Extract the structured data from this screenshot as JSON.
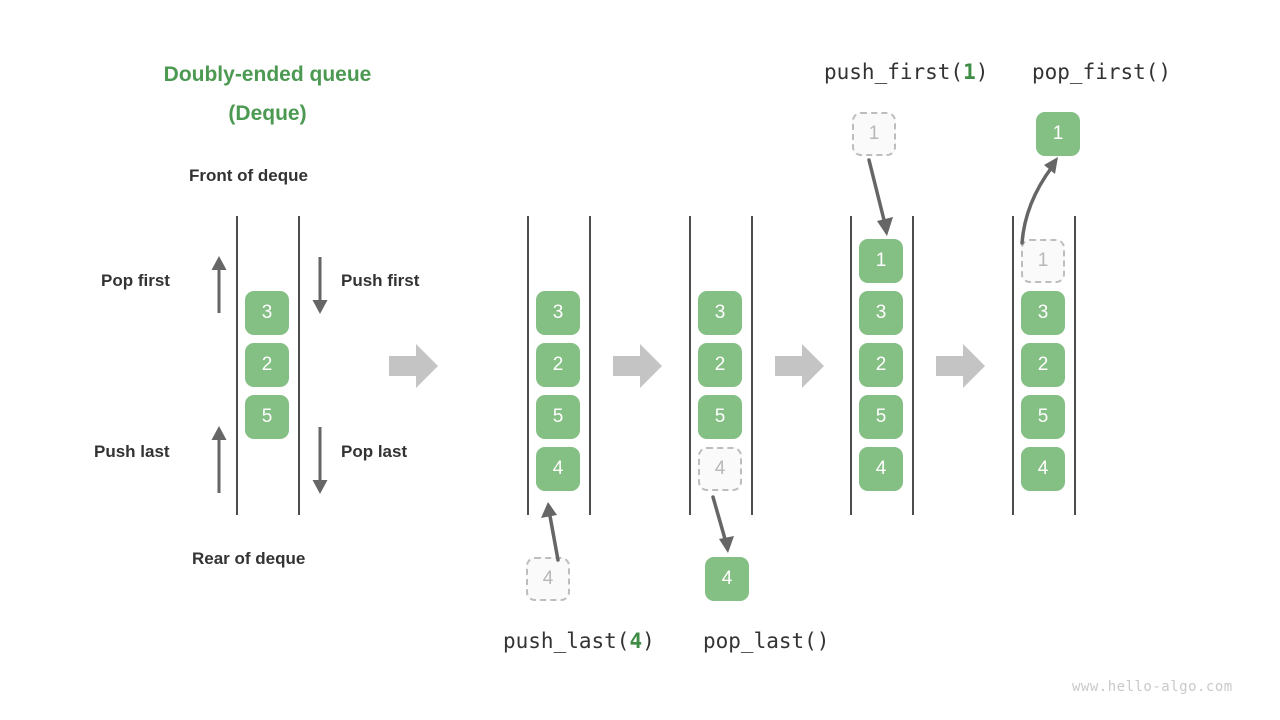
{
  "title": {
    "line1": "Doubly-ended queue",
    "line2": "(Deque)"
  },
  "labels": {
    "front": "Front of deque",
    "rear": "Rear of deque",
    "pop_first": "Pop first",
    "push_first": "Push first",
    "push_last": "Push last",
    "pop_last": "Pop last"
  },
  "operations": {
    "push_last": {
      "name": "push_last(",
      "arg": "4",
      "close": ")"
    },
    "pop_last": {
      "full": "pop_last()"
    },
    "push_first": {
      "name": "push_first(",
      "arg": "1",
      "close": ")"
    },
    "pop_first": {
      "full": "pop_first()"
    }
  },
  "colors": {
    "accent_green": "#4c9a52",
    "cell_green": "#84bf84",
    "ghost_fill": "#fafafa",
    "ghost_border": "#bdbdbd",
    "ghost_text": "#b8b8b8",
    "rail": "#4d4d4d",
    "block_arrow": "#c4c4c4",
    "thin_arrow": "#666666",
    "text_dark": "#333333",
    "watermark": "#c9c9c9"
  },
  "panels": [
    {
      "id": "overview",
      "cells": [
        "3",
        "2",
        "5"
      ],
      "states": [
        "filled",
        "filled",
        "filled"
      ]
    },
    {
      "id": "push-last-before",
      "cells": [
        "3",
        "2",
        "5",
        "4"
      ],
      "states": [
        "filled",
        "filled",
        "filled",
        "filled"
      ],
      "floating": {
        "value": "4",
        "state": "ghost"
      }
    },
    {
      "id": "push-last-after",
      "cells": [
        "3",
        "2",
        "5",
        "4"
      ],
      "states": [
        "filled",
        "filled",
        "filled",
        "ghost"
      ],
      "floating": {
        "value": "4",
        "state": "filled"
      }
    },
    {
      "id": "push-first-after",
      "cells": [
        "1",
        "3",
        "2",
        "5",
        "4"
      ],
      "states": [
        "filled",
        "filled",
        "filled",
        "filled",
        "filled"
      ],
      "floating": {
        "value": "1",
        "state": "ghost"
      }
    },
    {
      "id": "pop-first-after",
      "cells": [
        "1",
        "3",
        "2",
        "5",
        "4"
      ],
      "states": [
        "ghost",
        "filled",
        "filled",
        "filled",
        "filled"
      ],
      "floating": {
        "value": "1",
        "state": "filled"
      }
    }
  ],
  "watermark": "www.hello-algo.com"
}
